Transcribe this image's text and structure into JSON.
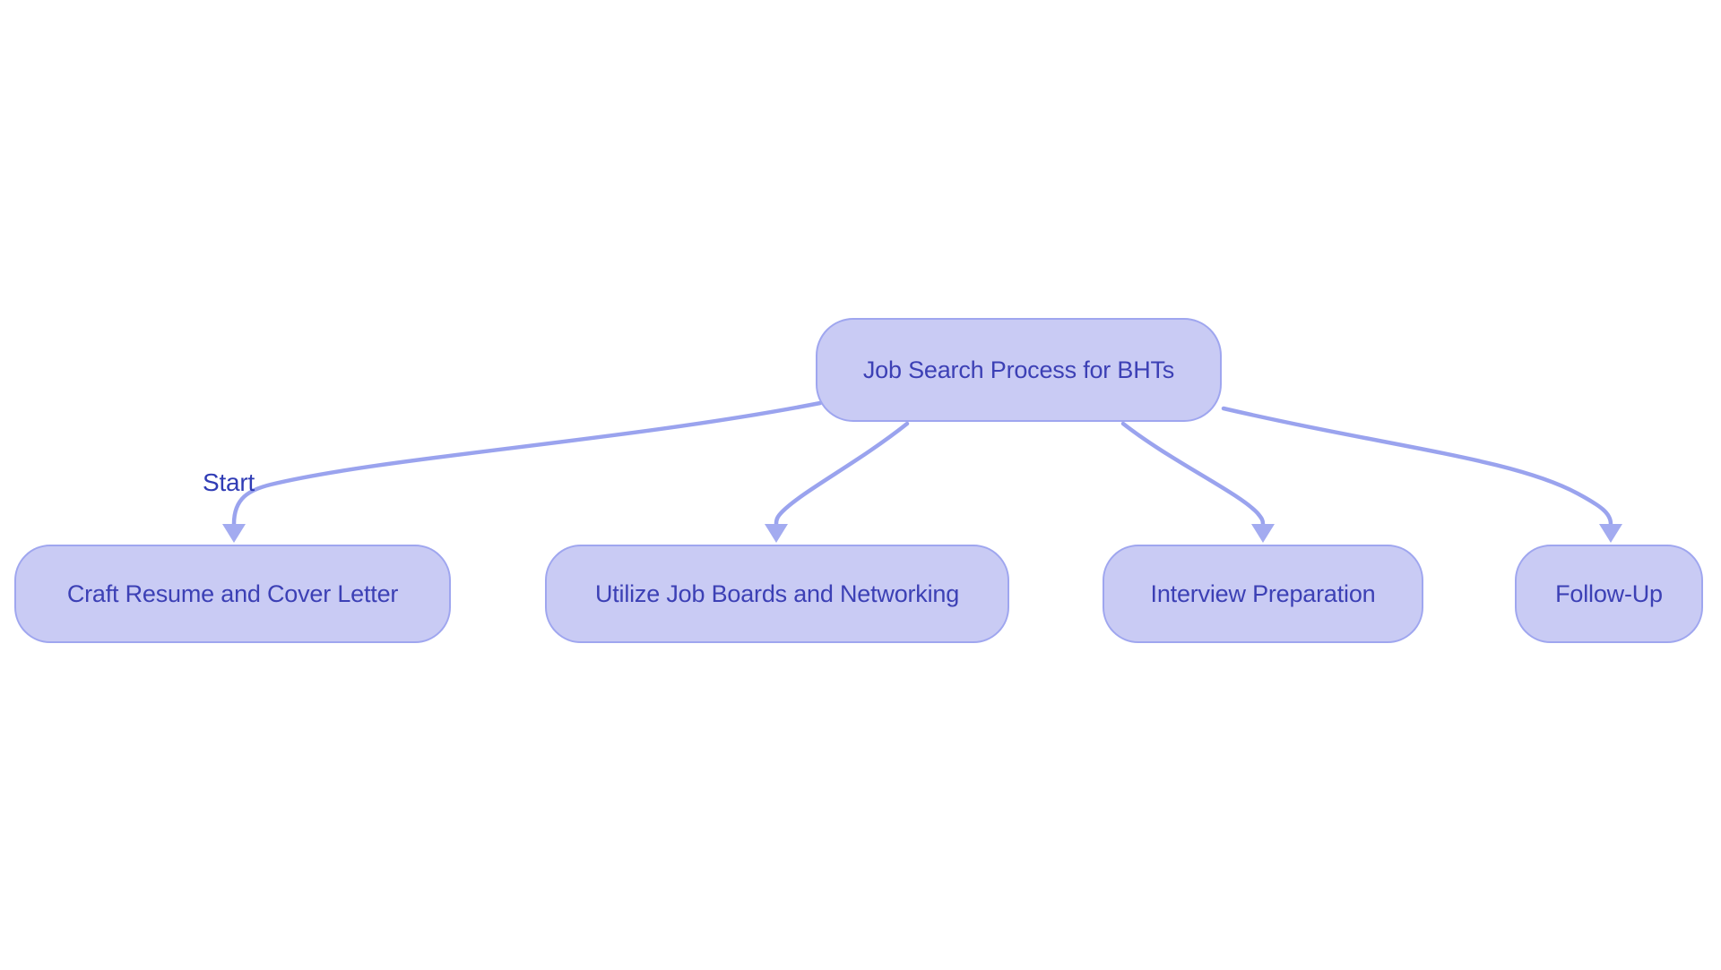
{
  "diagram": {
    "type": "flowchart",
    "background": "#ffffff",
    "colors": {
      "node_fill": "#c9cbf4",
      "node_border": "#9fa6ef",
      "node_text": "#3c40b5",
      "edge_stroke": "#9aa3ee",
      "arrowhead_fill": "#a3abf0",
      "edge_label_text": "#303cb5"
    },
    "root": {
      "label": "Job Search Process for BHTs"
    },
    "children": [
      {
        "label": "Craft Resume and Cover Letter"
      },
      {
        "label": "Utilize Job Boards and Networking"
      },
      {
        "label": "Interview Preparation"
      },
      {
        "label": "Follow-Up"
      }
    ],
    "edges": [
      {
        "from": "Job Search Process for BHTs",
        "to": "Craft Resume and Cover Letter",
        "label": "Start"
      },
      {
        "from": "Job Search Process for BHTs",
        "to": "Utilize Job Boards and Networking",
        "label": ""
      },
      {
        "from": "Job Search Process for BHTs",
        "to": "Interview Preparation",
        "label": ""
      },
      {
        "from": "Job Search Process for BHTs",
        "to": "Follow-Up",
        "label": ""
      }
    ]
  }
}
